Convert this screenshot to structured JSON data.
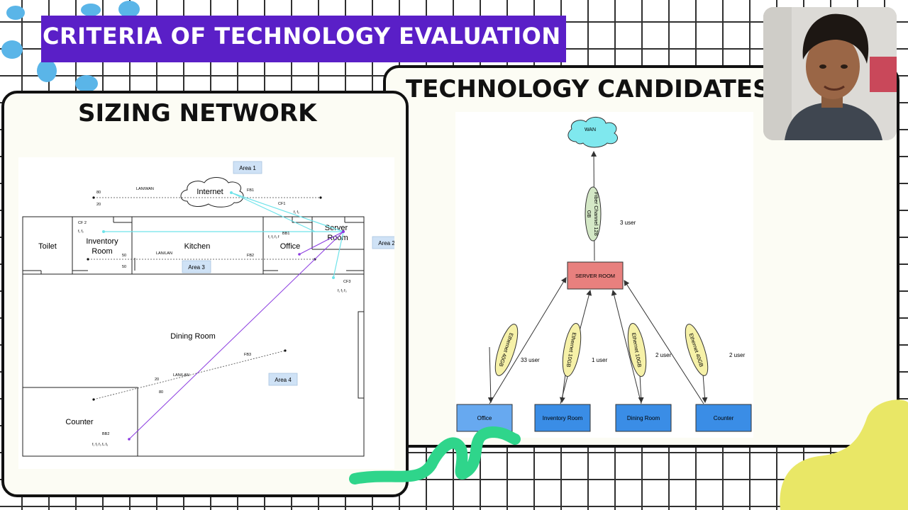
{
  "slide": {
    "title": "CRITERIA OF TECHNOLOGY EVALUATION",
    "left_panel_title": "SIZING NETWORK",
    "right_panel_title": "TECHNOLOGY CANDIDATES"
  },
  "floorplan": {
    "internet_label": "Internet",
    "rooms": {
      "toilet": "Toilet",
      "inventory_1": "Inventory",
      "inventory_2": "Room",
      "kitchen": "Kitchen",
      "office": "Office",
      "server_1": "Server",
      "server_2": "Room",
      "dining": "Dining Room",
      "counter": "Counter"
    },
    "areas": [
      "Area 1",
      "Area 2",
      "Area 3",
      "Area 4"
    ],
    "link_labels": {
      "lanwan": "LAN/WAN",
      "lanlan_1": "LAN/LAN",
      "lanlan_2": "LAN/LAN",
      "fb1": "FB1",
      "fb2": "FB2",
      "fb3": "FB3",
      "cf1": "CF1",
      "cf2": "CF 2",
      "cf3": "CF3",
      "bb1": "BB1",
      "bb2": "BB2"
    },
    "numbers": {
      "n80_top": "80",
      "n20_top": "20",
      "n50_a": "50",
      "n50_b": "50",
      "n20_dining": "20",
      "n80_dining": "80"
    },
    "device_marks": {
      "cf1_marks": "f₁ f₂",
      "cf2_marks": "f₁ f₂",
      "bb1_marks": "f₁ f₂ f₃ f",
      "cf3_marks": "f₁ f₂ f₃",
      "bb2_marks": "f₁ f₂ f₃ f₄ f₅"
    }
  },
  "network": {
    "wan_label": "WAN",
    "fiber_label_1": "Fiber Channel 128",
    "fiber_label_2": "GB",
    "wan_users": "3 user",
    "server_label": "SERVER ROOM",
    "links": [
      {
        "label": "Ethernet 40GB",
        "users": "33 user"
      },
      {
        "label": "Ethernet 10GB",
        "users": "1 user"
      },
      {
        "label": "Ethernet 10GB",
        "users": "2 user"
      },
      {
        "label": "Ethernet 40GB",
        "users": "2 user"
      }
    ],
    "nodes": [
      "Office",
      "Inventory Room",
      "Dining Room",
      "Counter"
    ]
  },
  "colors": {
    "banner": "#5a1fc7",
    "cloud": "#7fe8ee",
    "fiber_oval": "#d4e8c6",
    "eth_oval": "#f6f1a8",
    "server_box": "#e8807e",
    "node_blue": "#3a8de6",
    "office_node": "#67a9f0",
    "deco_blue": "#5ab5e8",
    "deco_green": "#2fd58b",
    "deco_yellow": "#e9e766"
  },
  "webcam": {
    "icon": "presenter-video-icon"
  }
}
